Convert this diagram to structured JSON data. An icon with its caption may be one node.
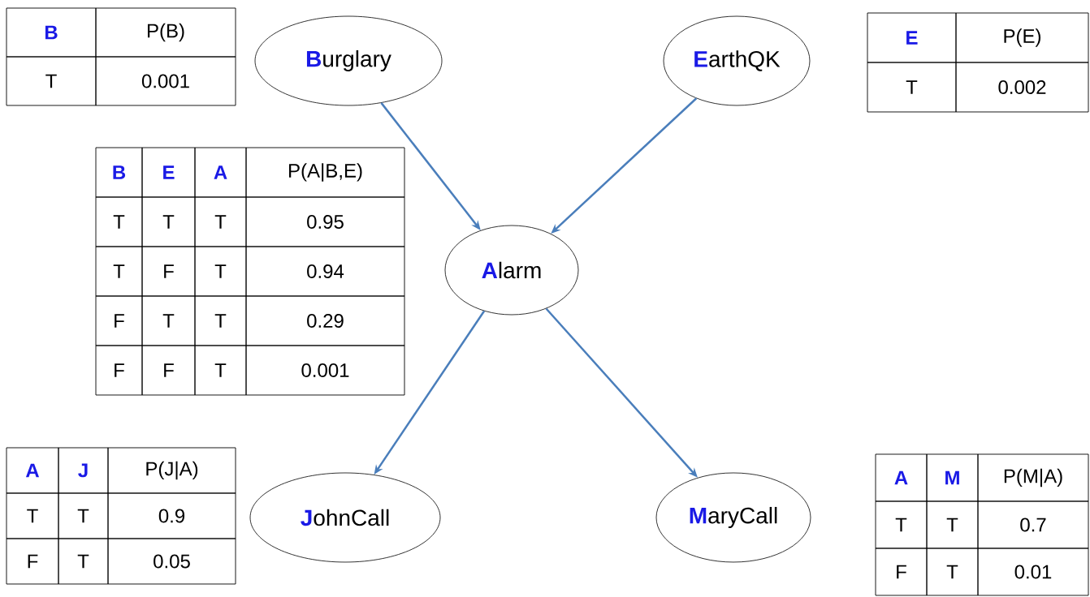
{
  "diagram": {
    "nodes": [
      {
        "text": [
          "**B**urglary"
        ]
      },
      {
        "text": [
          "**E**arthQK"
        ]
      },
      {
        "text": [
          "**A**larm"
        ]
      },
      {
        "text": [
          "**J**ohnCall"
        ]
      },
      {
        "text": [
          "**M**aryCall"
        ]
      }
    ],
    "edges": [
      {
        "from": 0,
        "to": 2,
        "arrow": "to"
      },
      {
        "from": 1,
        "to": 2,
        "arrow": "to"
      },
      {
        "from": 2,
        "to": 3,
        "arrow": "to"
      },
      {
        "from": 2,
        "to": 4,
        "arrow": "to"
      }
    ],
    "labels": [
      "B",
      "P(B)",
      "T",
      "0.001",
      "E",
      "P(E)",
      "T",
      "0.002",
      "B",
      "E",
      "A",
      "P(A|B,E)",
      "T",
      "T",
      "T",
      "0.95",
      "T",
      "F",
      "T",
      "0.94",
      "F",
      "T",
      "T",
      "0.29",
      "F",
      "F",
      "T",
      "0.001",
      "A",
      "J",
      "P(J|A)",
      "T",
      "T",
      "0.9",
      "F",
      "T",
      "0.05",
      "A",
      "M",
      "P(M|A)",
      "T",
      "T",
      "0.7",
      "F",
      "T",
      "0.01"
    ]
  }
}
